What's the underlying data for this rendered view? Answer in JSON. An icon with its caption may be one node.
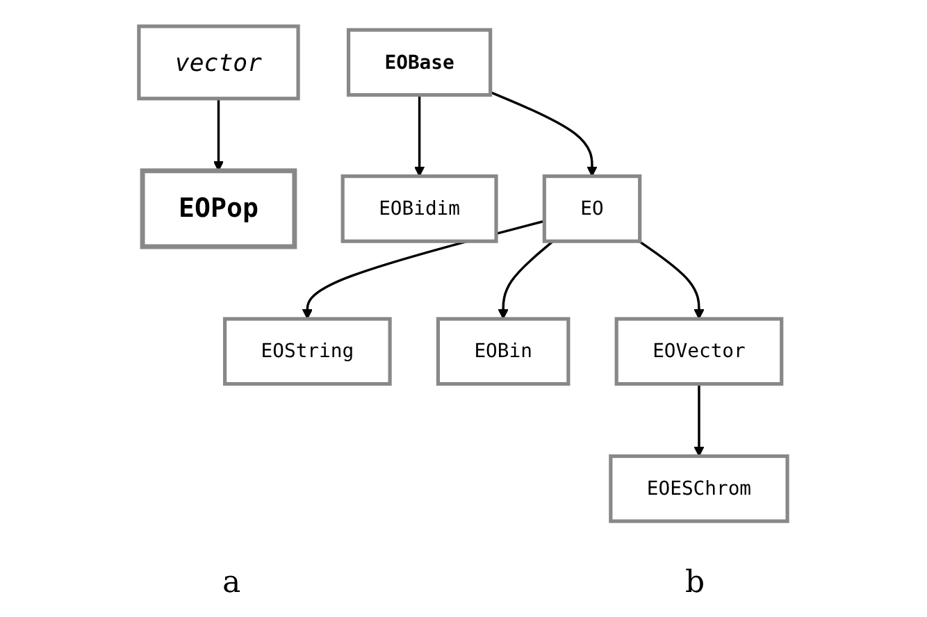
{
  "diagram": {
    "nodes": [
      {
        "text": [
          "vector"
        ]
      },
      {
        "text": [
          "EOPop"
        ]
      },
      {
        "text": [
          "EOBase"
        ]
      },
      {
        "text": [
          "EOBidim"
        ]
      },
      {
        "text": [
          "EO"
        ]
      },
      {
        "text": [
          "EOString"
        ]
      },
      {
        "text": [
          "EOBin"
        ]
      },
      {
        "text": [
          "EOVector"
        ]
      },
      {
        "text": [
          "EOESChrom"
        ]
      }
    ],
    "edges": [
      {
        "from": 0,
        "to": 1,
        "arrow": "to"
      },
      {
        "from": 2,
        "to": 3,
        "arrow": "to"
      },
      {
        "from": 2,
        "to": 4,
        "arrow": "to"
      },
      {
        "from": 4,
        "to": 5,
        "arrow": "to"
      },
      {
        "from": 4,
        "to": 6,
        "arrow": "to"
      },
      {
        "from": 4,
        "to": 7,
        "arrow": "to"
      },
      {
        "from": 7,
        "to": 8,
        "arrow": "to"
      }
    ],
    "labels": [
      "a",
      "b"
    ]
  }
}
